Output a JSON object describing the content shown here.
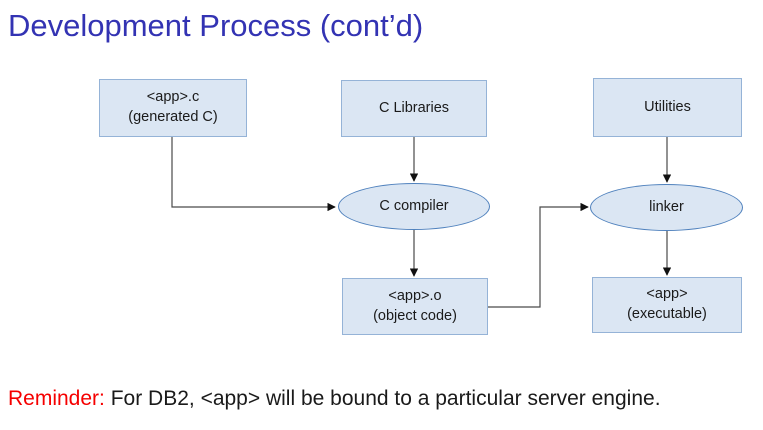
{
  "title": "Development Process (cont’d)",
  "colors": {
    "title": "#3333b3",
    "red": "#f50000",
    "text": "#1a1a1a",
    "line": "#4a4a4a",
    "fill": "#dbe6f3",
    "rectBorder": "#95b3d7",
    "ellipseBorder": "#4f81bd",
    "bg": "#ffffff"
  },
  "diagram": {
    "nodes": [
      {
        "id": "app-c",
        "shape": "rect",
        "line1": "<app>.c",
        "line2": "(generated C)"
      },
      {
        "id": "c-libraries",
        "shape": "rect",
        "line1": "C Libraries"
      },
      {
        "id": "utilities",
        "shape": "rect",
        "line1": "Utilities"
      },
      {
        "id": "c-compiler",
        "shape": "ellipse",
        "line1": "C compiler"
      },
      {
        "id": "linker",
        "shape": "ellipse",
        "line1": "linker"
      },
      {
        "id": "app-o",
        "shape": "rect",
        "line1": "<app>.o",
        "line2": "(object code)"
      },
      {
        "id": "app-exe",
        "shape": "rect",
        "line1": "<app>",
        "line2": "(executable)"
      }
    ],
    "edges": [
      {
        "from": "app-c",
        "to": "c-compiler"
      },
      {
        "from": "c-libraries",
        "to": "c-compiler"
      },
      {
        "from": "c-compiler",
        "to": "app-o"
      },
      {
        "from": "app-o",
        "to": "linker"
      },
      {
        "from": "utilities",
        "to": "linker"
      },
      {
        "from": "linker",
        "to": "app-exe"
      }
    ]
  },
  "reminder": {
    "label": "Reminder:",
    "text": " For DB2, <app> will be bound to a particular server engine."
  }
}
